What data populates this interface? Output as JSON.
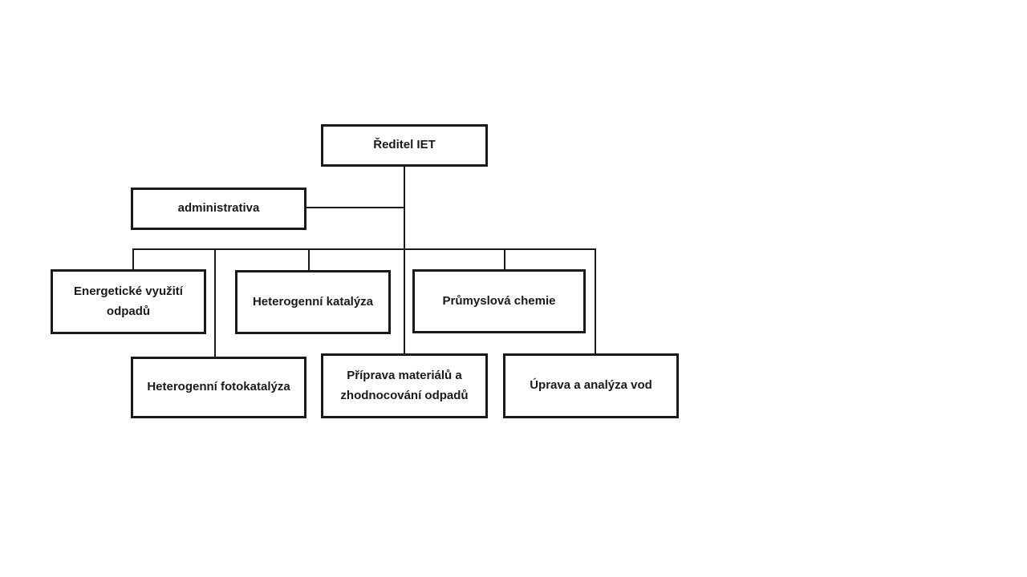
{
  "diagram": {
    "type": "org-chart",
    "colors": {
      "background": "#ffffff",
      "box_border": "#1a1a1a",
      "box_fill": "#ffffff",
      "text": "#1a1a1a",
      "line": "#1a1a1a"
    },
    "nodes": {
      "reditel": {
        "label": "Ředitel IET"
      },
      "administrativa": {
        "label": "administrativa"
      },
      "energeticke_vyuziti_odpadu": {
        "label": "Energetické využití odpadů"
      },
      "heterogenni_katalyza": {
        "label": "Heterogenní katalýza"
      },
      "prumyslova_chemie": {
        "label": "Průmyslová chemie"
      },
      "heterogenni_fotokatalyza": {
        "label": "Heterogenní fotokatalýza"
      },
      "priprava_materialu": {
        "label": "Příprava materiálů a zhodnocování odpadů"
      },
      "uprava_a_analyza_vod": {
        "label": "Úprava a analýza vod"
      }
    },
    "edges": [
      {
        "from": "reditel",
        "to": "administrativa"
      },
      {
        "from": "reditel",
        "to": "energeticke_vyuziti_odpadu"
      },
      {
        "from": "reditel",
        "to": "heterogenni_katalyza"
      },
      {
        "from": "reditel",
        "to": "prumyslova_chemie"
      },
      {
        "from": "reditel",
        "to": "heterogenni_fotokatalyza"
      },
      {
        "from": "reditel",
        "to": "priprava_materialu"
      },
      {
        "from": "reditel",
        "to": "uprava_a_analyza_vod"
      }
    ]
  }
}
